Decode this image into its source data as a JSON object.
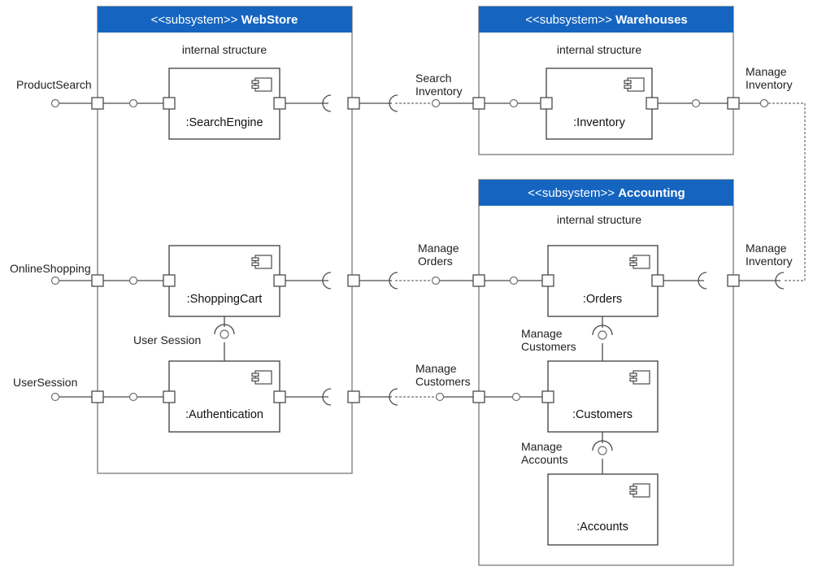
{
  "subsystems": {
    "webstore": {
      "stereotype": "<<subsystem>>",
      "name": "WebStore",
      "caption": "internal structure"
    },
    "warehouses": {
      "stereotype": "<<subsystem>>",
      "name": "Warehouses",
      "caption": "internal structure"
    },
    "accounting": {
      "stereotype": "<<subsystem>>",
      "name": "Accounting",
      "caption": "internal structure"
    }
  },
  "components": {
    "search_engine": ":SearchEngine",
    "shopping_cart": ":ShoppingCart",
    "authentication": ":Authentication",
    "inventory": ":Inventory",
    "orders": ":Orders",
    "customers": ":Customers",
    "accounts": ":Accounts"
  },
  "interfaces": {
    "product_search": "ProductSearch",
    "online_shopping": "OnlineShopping",
    "user_session_ext": "UserSession",
    "user_session": "User Session",
    "search_inventory": [
      "Search",
      "Inventory"
    ],
    "manage_inventory_1": [
      "Manage",
      "Inventory"
    ],
    "manage_orders": [
      "Manage",
      "Orders"
    ],
    "manage_inventory_2": [
      "Manage",
      "Inventory"
    ],
    "manage_customers_1": [
      "Manage",
      "Customers"
    ],
    "manage_customers_2": [
      "Manage",
      "Customers"
    ],
    "manage_accounts": [
      "Manage",
      "Accounts"
    ]
  },
  "colors": {
    "header": "#1565c0",
    "line": "#4a4a4a",
    "frame": "#8c8c8c"
  }
}
